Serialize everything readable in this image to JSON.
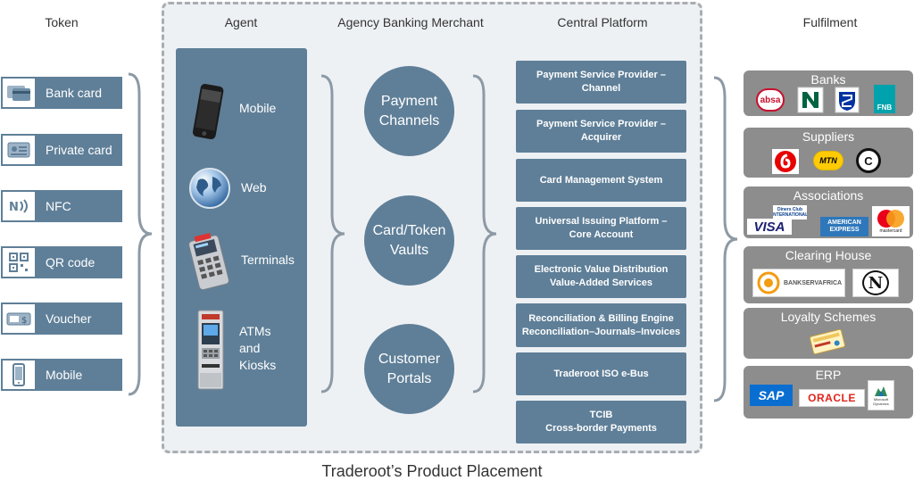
{
  "columns": {
    "token": "Token",
    "agent": "Agent",
    "merchant": "Agency Banking Merchant",
    "platform": "Central Platform",
    "fulfilment": "Fulfilment"
  },
  "tokens": [
    {
      "label": "Bank card",
      "icon": "bank-card-icon"
    },
    {
      "label": "Private card",
      "icon": "private-card-icon"
    },
    {
      "label": "NFC",
      "icon": "nfc-icon"
    },
    {
      "label": "QR code",
      "icon": "qr-code-icon"
    },
    {
      "label": "Voucher",
      "icon": "voucher-icon"
    },
    {
      "label": "Mobile",
      "icon": "mobile-phone-icon"
    }
  ],
  "agents": [
    {
      "label": "Mobile",
      "icon": "smartphone-icon"
    },
    {
      "label": "Web",
      "icon": "globe-icon"
    },
    {
      "label": "Terminals",
      "icon": "pos-terminal-icon"
    },
    {
      "label": "ATMs\nand\nKiosks",
      "icon": "atm-icon"
    }
  ],
  "merchant": [
    {
      "label": "Payment\nChannels"
    },
    {
      "label": "Card/Token\nVaults"
    },
    {
      "label": "Customer\nPortals"
    }
  ],
  "platform": [
    {
      "label": "Payment Service Provider –\nChannel"
    },
    {
      "label": "Payment Service Provider –\nAcquirer"
    },
    {
      "label": "Card Management System"
    },
    {
      "label": "Universal Issuing Platform –\nCore Account"
    },
    {
      "label": "Electronic Value Distribution\nValue-Added Services"
    },
    {
      "label": "Reconciliation & Billing Engine\nReconciliation–Journals–Invoices"
    },
    {
      "label": "Traderoot ISO e-Bus"
    },
    {
      "label": "TCIB\nCross-border Payments"
    }
  ],
  "fulfilment": {
    "banks": {
      "title": "Banks",
      "logos": [
        "absa",
        "FNB"
      ]
    },
    "suppliers": {
      "title": "Suppliers",
      "logos": [
        "MTN",
        "C"
      ]
    },
    "associations": {
      "title": "Associations",
      "logos": [
        "Diners Club INTERNATIONAL",
        "VISA",
        "AMERICAN EXPRESS",
        "mastercard"
      ]
    },
    "clearing": {
      "title": "Clearing House",
      "logos": [
        "BANKSERVAFRICA",
        "N"
      ]
    },
    "loyalty": {
      "title": "Loyalty Schemes"
    },
    "erp": {
      "title": "ERP",
      "logos": [
        "SAP",
        "ORACLE",
        "Microsoft Dynamics"
      ]
    }
  },
  "footer": "Traderoot’s Product Placement",
  "colors": {
    "steel_blue": "#5f7f98",
    "grey_box": "#8d8d8d",
    "panel_bg": "#eef1f4",
    "dash": "#a9adb1"
  }
}
